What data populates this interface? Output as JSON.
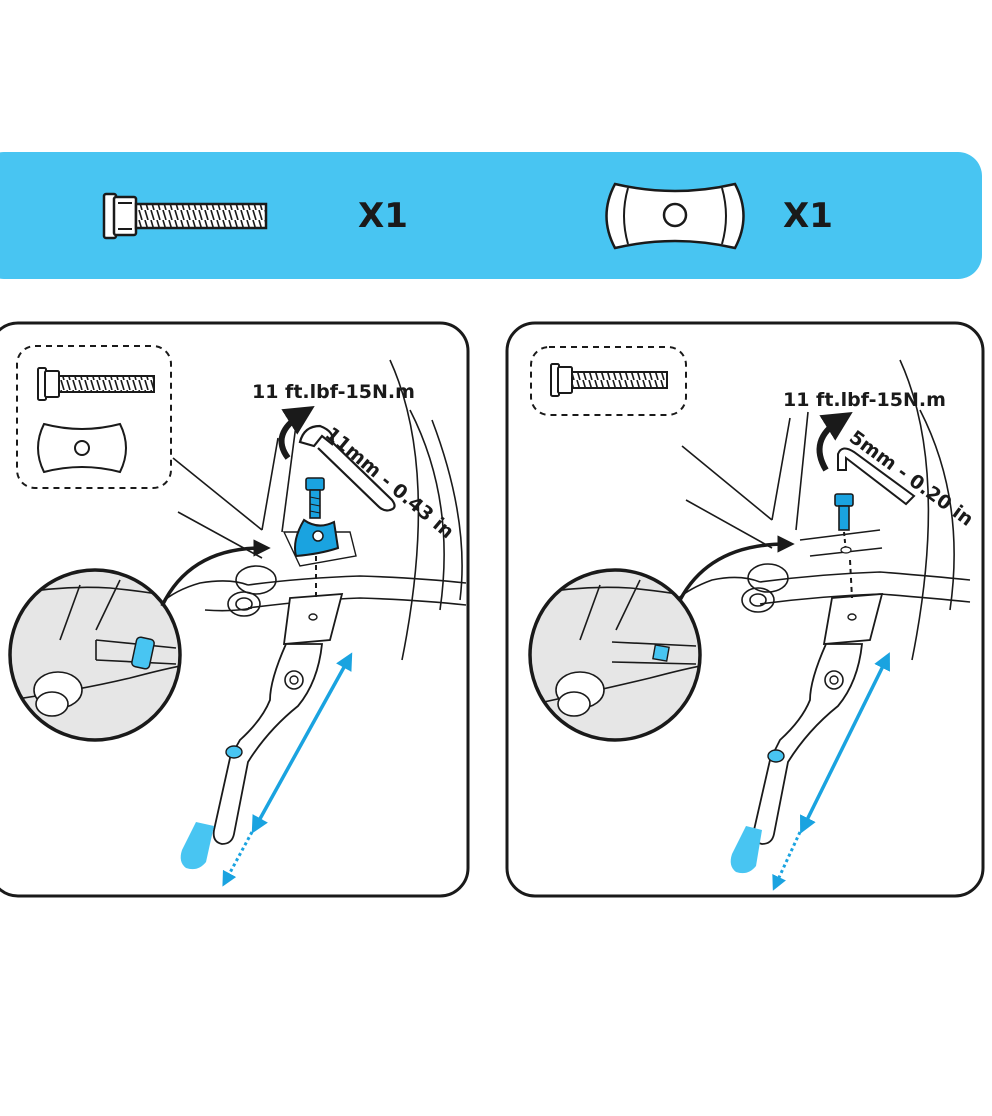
{
  "parts_bar": {
    "color": "#48c5f2",
    "items": [
      {
        "icon": "bolt-icon",
        "quantity": "X1"
      },
      {
        "icon": "plate-icon",
        "quantity": "X1"
      }
    ]
  },
  "panels": [
    {
      "torque": "11 ft.lbf-15N.m",
      "tool_size": "11mm - 0.43 in",
      "tool_icon": "wrench-icon",
      "parts_icons": [
        "bolt-icon",
        "plate-icon"
      ]
    },
    {
      "torque": "11 ft.lbf-15N.m",
      "tool_size": "5mm - 0.20 in",
      "tool_icon": "hex-key-icon",
      "parts_icons": [
        "bolt-icon"
      ]
    }
  ],
  "colors": {
    "accent": "#1aa3e0",
    "highlight": "#48c5f2",
    "ink": "#1a1a1a",
    "zoom_fill": "#e6e6e6"
  }
}
